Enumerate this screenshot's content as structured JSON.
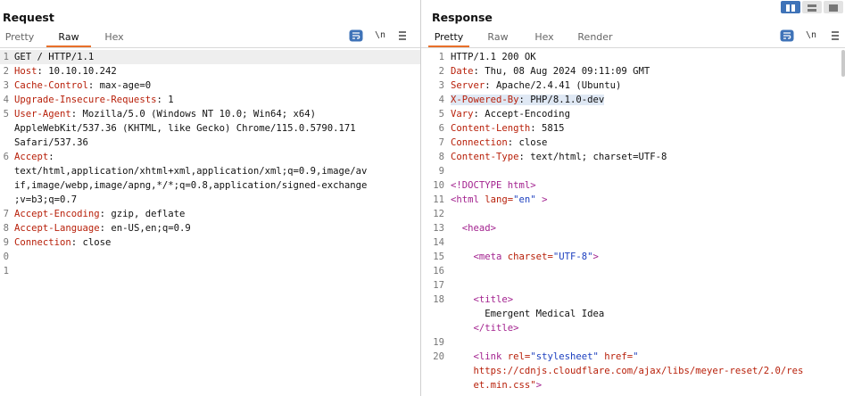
{
  "request": {
    "title": "Request",
    "tabs": [
      "Pretty",
      "Raw",
      "Hex"
    ],
    "active_tab": "Raw",
    "newline_label": "\\n",
    "lines": [
      {
        "n": "1",
        "key": "",
        "val": "GET / HTTP/1.1"
      },
      {
        "n": "2",
        "key": "Host",
        "val": ": 10.10.10.242"
      },
      {
        "n": "3",
        "key": "Cache-Control",
        "val": ": max-age=0"
      },
      {
        "n": "4",
        "key": "Upgrade-Insecure-Requests",
        "val": ": 1"
      },
      {
        "n": "5",
        "key": "User-Agent",
        "val": ": Mozilla/5.0 (Windows NT 10.0; Win64; x64)"
      },
      {
        "n": "",
        "key": "",
        "val": "AppleWebKit/537.36 (KHTML, like Gecko) Chrome/115.0.5790.171"
      },
      {
        "n": "",
        "key": "",
        "val": "Safari/537.36"
      },
      {
        "n": "6",
        "key": "Accept",
        "val": ":"
      },
      {
        "n": "",
        "key": "",
        "val": "text/html,application/xhtml+xml,application/xml;q=0.9,image/av"
      },
      {
        "n": "",
        "key": "",
        "val": "if,image/webp,image/apng,*/*;q=0.8,application/signed-exchange"
      },
      {
        "n": "",
        "key": "",
        "val": ";v=b3;q=0.7"
      },
      {
        "n": "7",
        "key": "Accept-Encoding",
        "val": ": gzip, deflate"
      },
      {
        "n": "8",
        "key": "Accept-Language",
        "val": ": en-US,en;q=0.9"
      },
      {
        "n": "9",
        "key": "Connection",
        "val": ": close"
      },
      {
        "n": "0",
        "key": "",
        "val": ""
      },
      {
        "n": "1",
        "key": "",
        "val": ""
      }
    ]
  },
  "response": {
    "title": "Response",
    "tabs": [
      "Pretty",
      "Raw",
      "Hex",
      "Render"
    ],
    "active_tab": "Pretty",
    "newline_label": "\\n",
    "lines": [
      {
        "n": "1",
        "type": "plain",
        "text": "HTTP/1.1 200 OK"
      },
      {
        "n": "2",
        "type": "header",
        "key": "Date",
        "val": ": Thu, 08 Aug 2024 09:11:09 GMT"
      },
      {
        "n": "3",
        "type": "header",
        "key": "Server",
        "val": ": Apache/2.4.41 (Ubuntu)"
      },
      {
        "n": "4",
        "type": "header-sel",
        "key": "X-Powered-By",
        "val": ": PHP/8.1.0-dev"
      },
      {
        "n": "5",
        "type": "header",
        "key": "Vary",
        "val": ": Accept-Encoding"
      },
      {
        "n": "6",
        "type": "header",
        "key": "Content-Length",
        "val": ": 5815"
      },
      {
        "n": "7",
        "type": "header",
        "key": "Connection",
        "val": ": close"
      },
      {
        "n": "8",
        "type": "header",
        "key": "Content-Type",
        "val": ": text/html; charset=UTF-8"
      },
      {
        "n": "9",
        "type": "plain",
        "text": ""
      },
      {
        "n": "10",
        "type": "tag",
        "text": "<!DOCTYPE html>"
      },
      {
        "n": "11",
        "type": "html",
        "open": "<html ",
        "attr": "lang=",
        "str": "\"en\"",
        "close": " >"
      },
      {
        "n": "12",
        "type": "plain",
        "text": ""
      },
      {
        "n": "13",
        "type": "tag",
        "indent": "  ",
        "text": "<head>"
      },
      {
        "n": "14",
        "type": "plain",
        "text": ""
      },
      {
        "n": "15",
        "type": "meta",
        "indent": "    ",
        "open": "<meta ",
        "attr": "charset=",
        "str": "\"UTF-8\"",
        "close": ">"
      },
      {
        "n": "16",
        "type": "plain",
        "text": ""
      },
      {
        "n": "17",
        "type": "plain",
        "text": ""
      },
      {
        "n": "18",
        "type": "tag",
        "indent": "    ",
        "text": "<title>"
      },
      {
        "n": "",
        "type": "plain",
        "text": "      Emergent Medical Idea"
      },
      {
        "n": "",
        "type": "tag",
        "indent": "    ",
        "text": "</title>"
      },
      {
        "n": "19",
        "type": "plain",
        "text": ""
      },
      {
        "n": "20",
        "type": "link",
        "indent": "    ",
        "open": "<link ",
        "attr1": "rel=",
        "str1": "\"stylesheet\"",
        "attr2": " href=",
        "str2": "\""
      },
      {
        "n": "",
        "type": "strline",
        "indent": "    ",
        "text": "https://cdnjs.cloudflare.com/ajax/libs/meyer-reset/2.0/res"
      },
      {
        "n": "",
        "type": "strend",
        "indent": "    ",
        "str": "et.min.css\"",
        "close": ">"
      }
    ]
  }
}
